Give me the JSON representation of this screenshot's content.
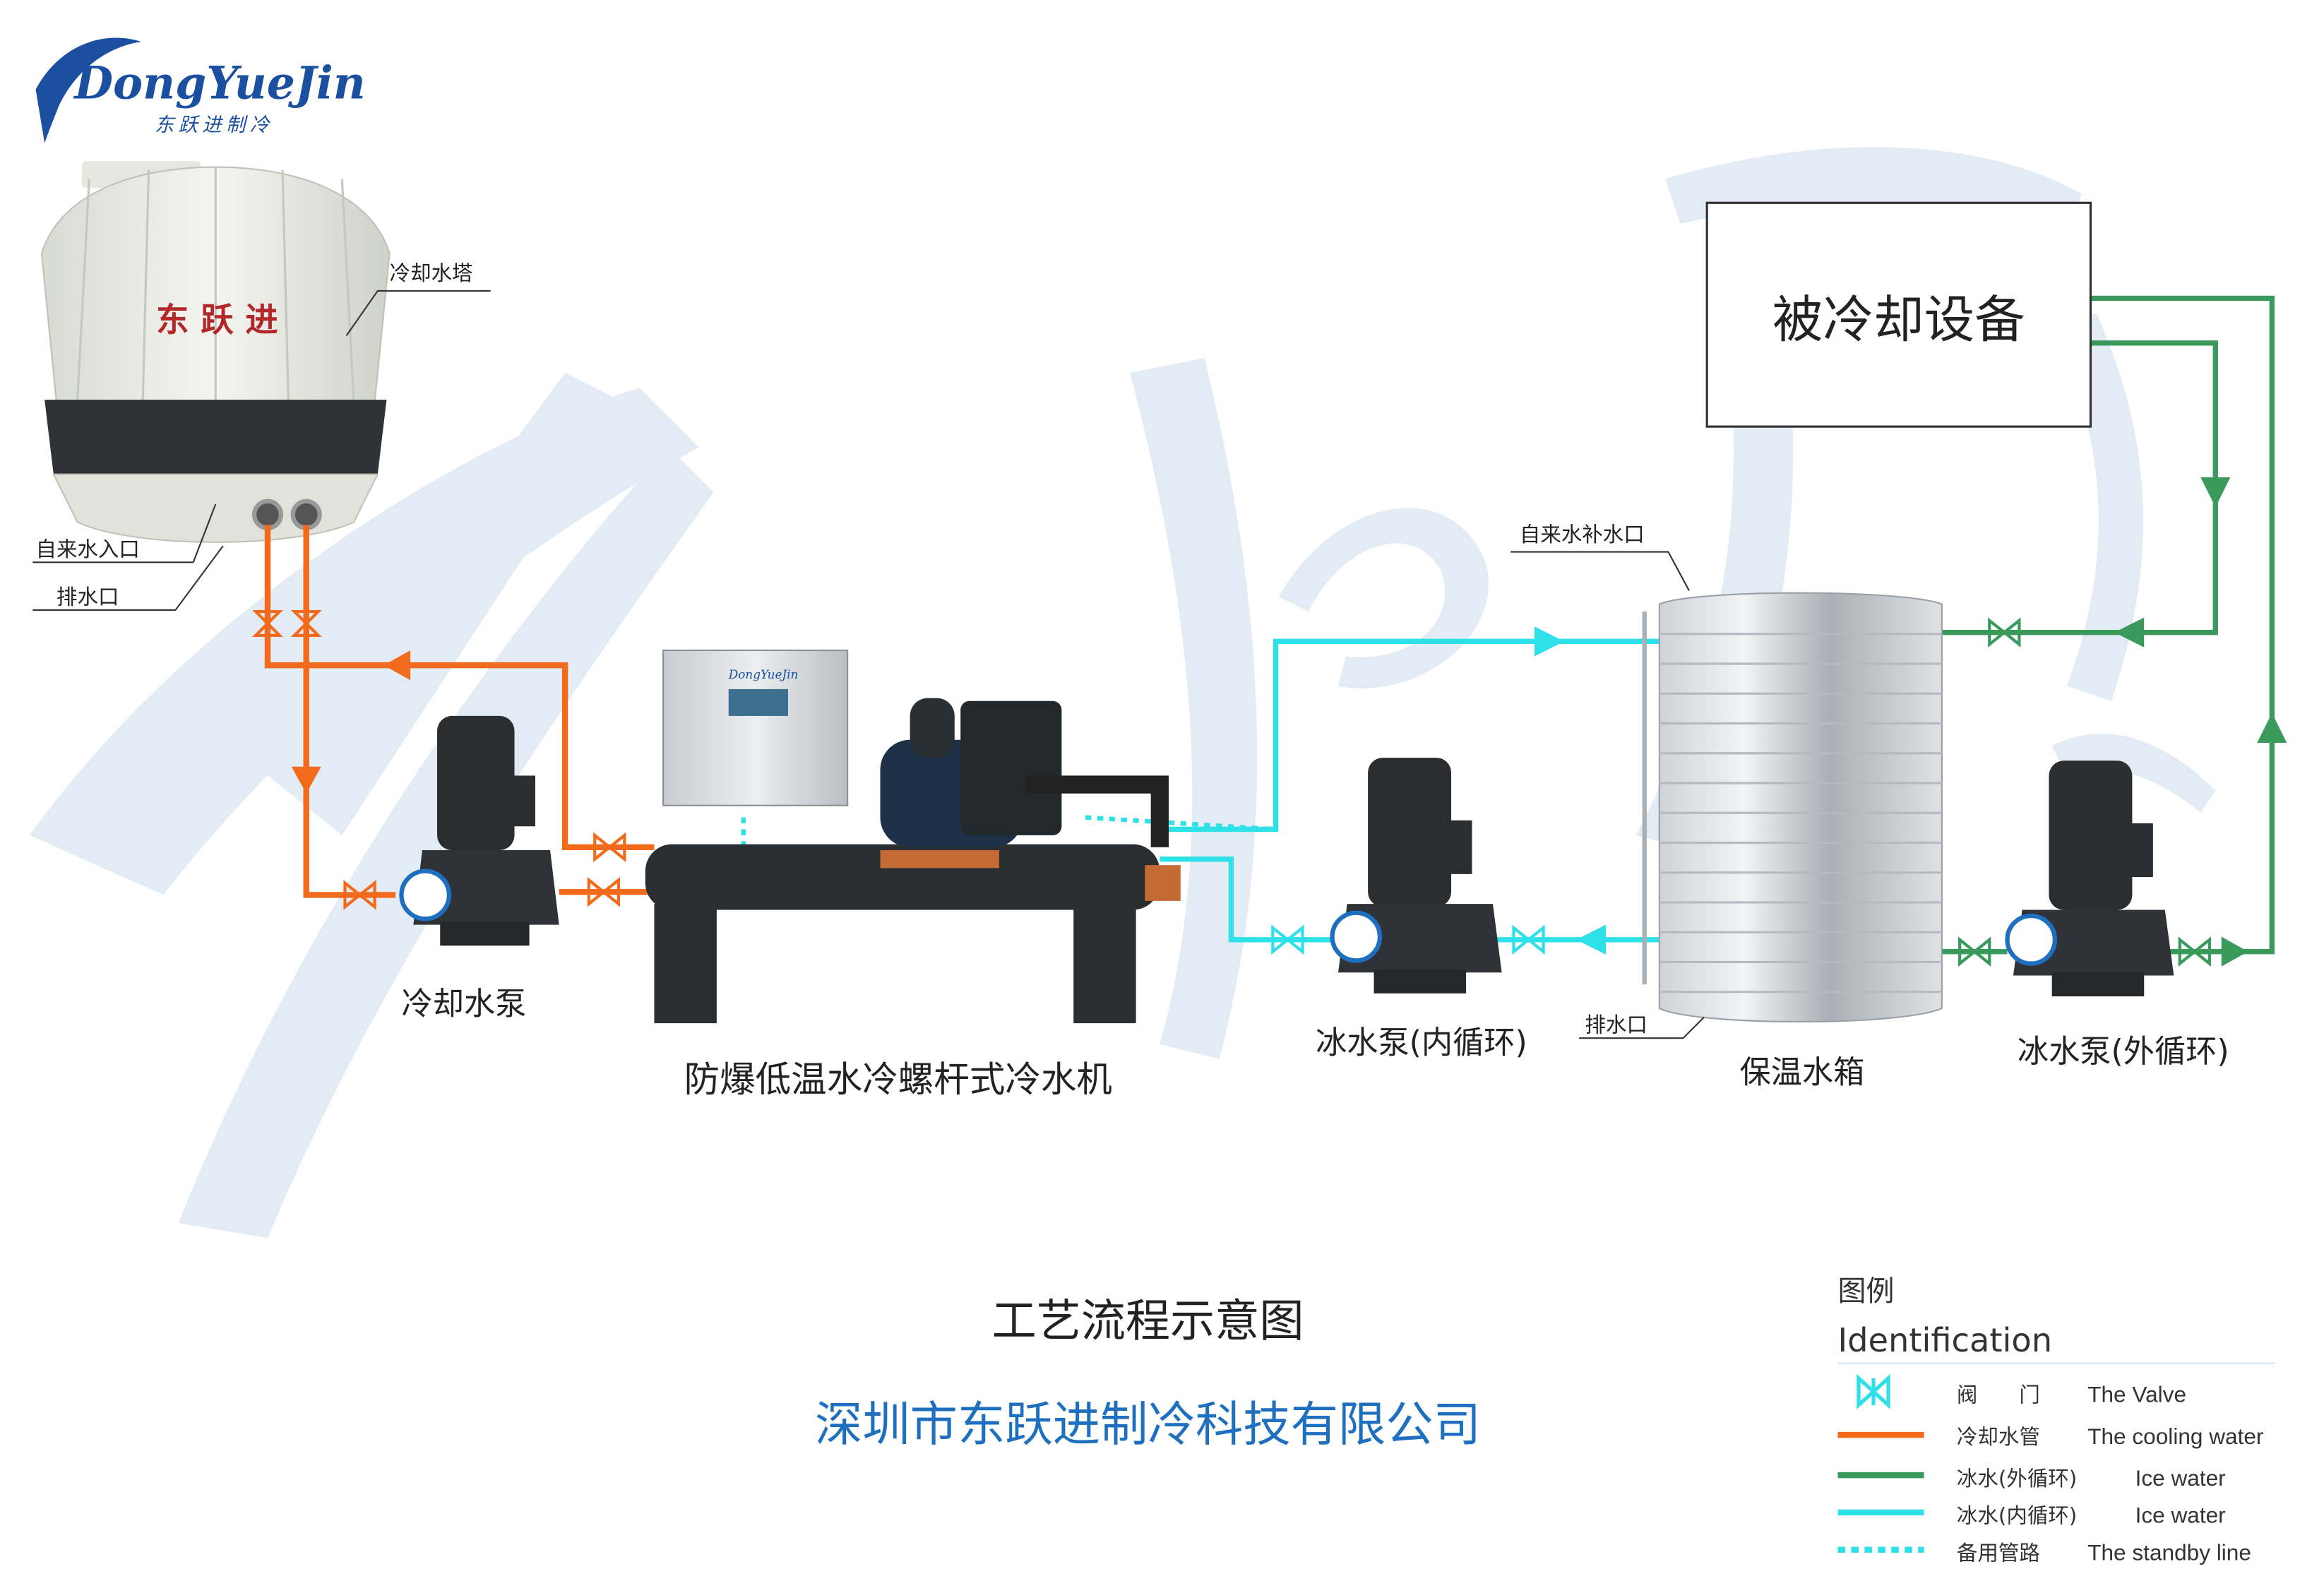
{
  "logo": {
    "wordmark": "DongYueJin",
    "subtitle": "东跃进制冷"
  },
  "tower": {
    "brand": "东跃进",
    "label": "冷却水塔",
    "inlet": "自来水入口",
    "drain": "排水口"
  },
  "equipment": {
    "cooling_pump": "冷却水泵",
    "chiller": "防爆低温水冷螺杆式冷水机",
    "chiller_brand": "DongYueJin",
    "inner_pump": "冰水泵(内循环)",
    "outer_pump": "冰水泵(外循环)",
    "tank": "保温水箱",
    "tank_fill": "自来水补水口",
    "tank_drain": "排水口",
    "cooled_device": "被冷却设备"
  },
  "titles": {
    "process": "工艺流程示意图",
    "company": "深圳市东跃进制冷科技有限公司"
  },
  "legend": {
    "title_cn": "图例",
    "title_en": "Identification",
    "items": [
      {
        "cn": "阀　　门",
        "en": "The Valve",
        "kind": "valve"
      },
      {
        "cn": "冷却水管",
        "en": "The cooling water",
        "kind": "orange"
      },
      {
        "cn": "冰水(外循环)",
        "en": "Ice water",
        "kind": "green"
      },
      {
        "cn": "冰水(内循环)",
        "en": "Ice water",
        "kind": "cyan"
      },
      {
        "cn": "备用管路",
        "en": "The standby line",
        "kind": "dotted"
      }
    ]
  },
  "colors": {
    "cooling_water": "#f26b1d",
    "ice_outer": "#3a9a5b",
    "ice_inner": "#2ee0e8",
    "company_text": "#1f6fc1",
    "watermark": "#e3ebf5"
  }
}
